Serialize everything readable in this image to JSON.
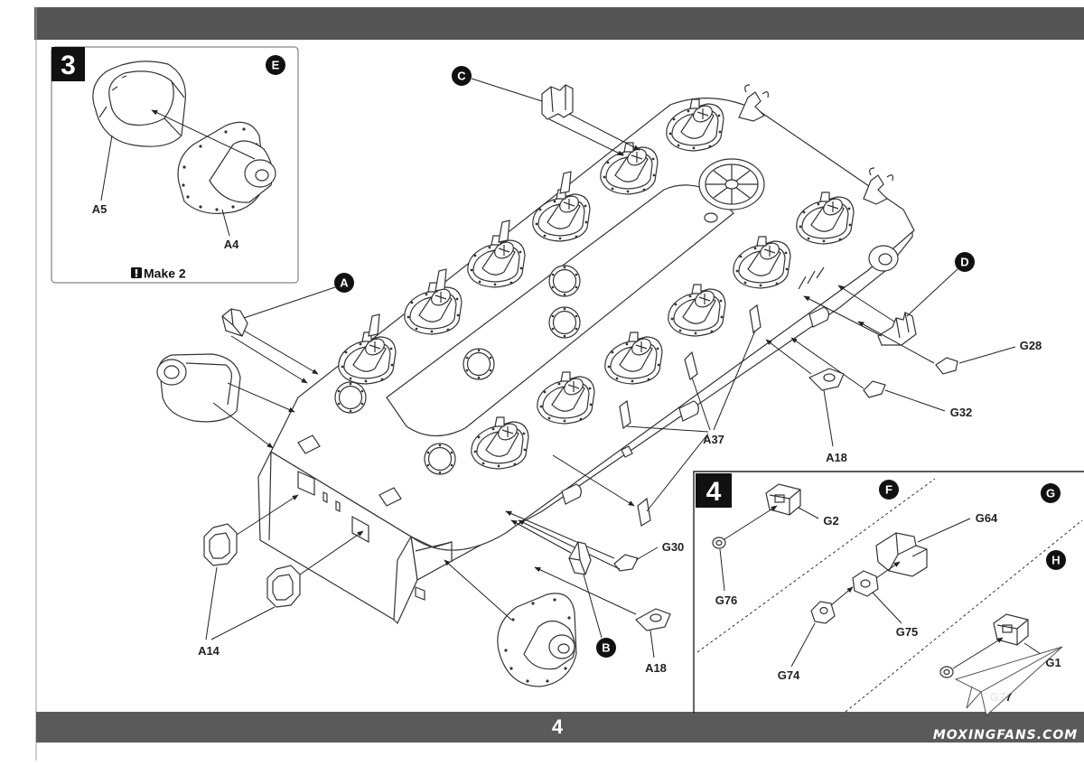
{
  "page_number": "4",
  "watermark": "MOXINGFANS.COM",
  "step3": {
    "number": "3",
    "subassembly": "E",
    "labels": {
      "a5": "A5",
      "a4": "A4"
    },
    "note": "Make 2"
  },
  "main": {
    "callouts": {
      "a": "A",
      "b": "B",
      "c": "C",
      "d": "D"
    },
    "labels": {
      "g28": "G28",
      "g32": "G32",
      "a18_upper": "A18",
      "a37": "A37",
      "g30": "G30",
      "a18_lower": "A18",
      "a14": "A14"
    }
  },
  "step4": {
    "number": "4",
    "callouts": {
      "f": "F",
      "g": "G",
      "h": "H"
    },
    "labels": {
      "g2": "G2",
      "g76": "G76",
      "g64": "G64",
      "g75": "G75",
      "g74": "G74",
      "g1": "G1",
      "g77": "G77"
    }
  }
}
